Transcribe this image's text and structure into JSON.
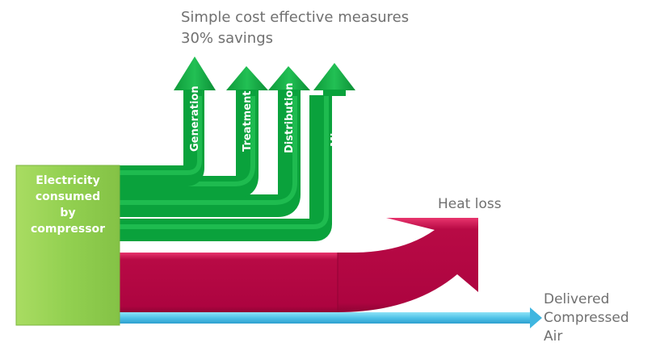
{
  "title": {
    "line1": "Simple cost effective measures",
    "line2": "30% savings"
  },
  "source": {
    "lines": [
      "Electricity",
      "consumed",
      "by",
      "compressor"
    ],
    "color": "#92d050"
  },
  "savings_flows": [
    {
      "label": "Generation"
    },
    {
      "label": "Treatment"
    },
    {
      "label": "Distribution"
    },
    {
      "label": "Misuse"
    }
  ],
  "heat_loss": {
    "label": "Heat loss",
    "color": "#b5063f"
  },
  "delivered": {
    "lines": [
      "Delivered",
      "Compressed",
      "Air"
    ],
    "color": "#4fc3e8"
  },
  "colors": {
    "savings_green": "#0aa23c",
    "savings_green_light": "#2fcf5f",
    "text_gray": "#707070"
  }
}
